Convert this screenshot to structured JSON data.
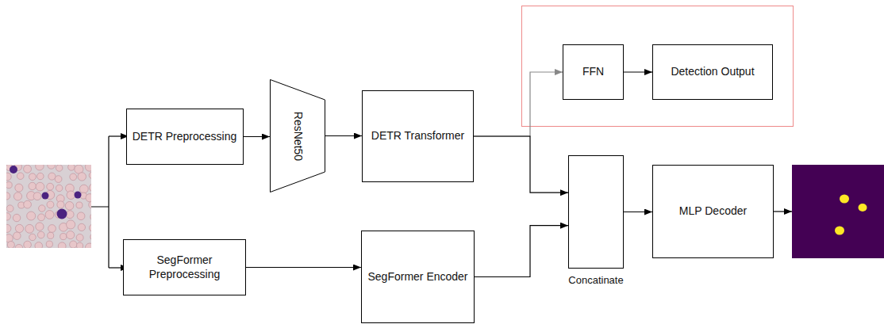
{
  "diagram": {
    "nodes": [
      {
        "text": [
          "DETR Preprocessing"
        ]
      },
      {
        "text": [
          "ResNet50"
        ]
      },
      {
        "text": [
          "DETR Transformer"
        ]
      },
      {
        "text": [
          "FFN"
        ]
      },
      {
        "text": [
          "Detection Output"
        ]
      },
      {
        "text": [
          "SegFormer Preprocessing"
        ]
      },
      {
        "text": [
          "SegFormer Encoder"
        ]
      },
      {
        "text": [
          "Concatinate"
        ]
      },
      {
        "text": [
          "MLP Decoder"
        ]
      }
    ],
    "edges": [
      {
        "from": 0,
        "to": 1,
        "arrow": "to"
      },
      {
        "from": 1,
        "to": 2,
        "arrow": "to"
      },
      {
        "from": 2,
        "to": 3,
        "arrow": "to"
      },
      {
        "from": 3,
        "to": 4,
        "arrow": "to"
      },
      {
        "from": 2,
        "to": 7,
        "arrow": "to"
      },
      {
        "from": 5,
        "to": 6,
        "arrow": "to"
      },
      {
        "from": 6,
        "to": 7,
        "arrow": "to"
      },
      {
        "from": 7,
        "to": 8,
        "arrow": "to"
      }
    ]
  }
}
